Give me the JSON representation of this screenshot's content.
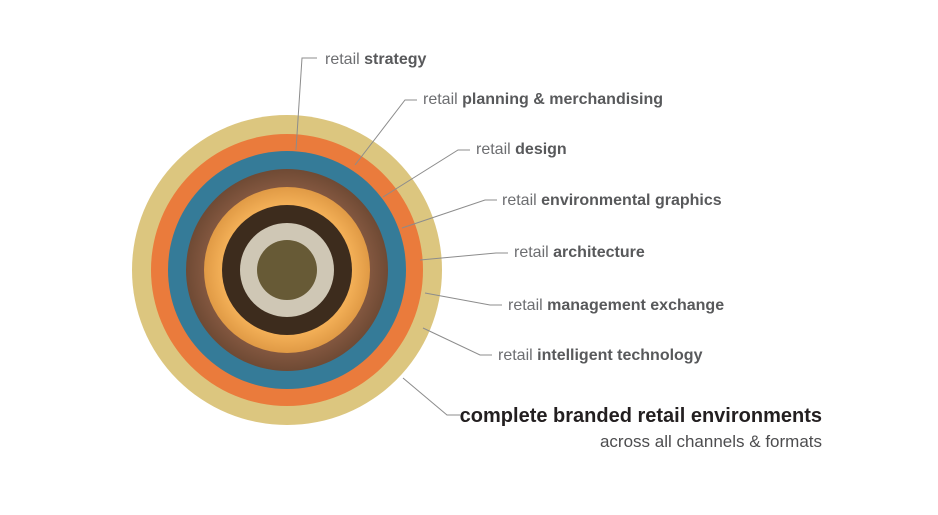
{
  "layers": [
    {
      "prefix": "retail",
      "name": "strategy",
      "color": "#ea7b3c"
    },
    {
      "prefix": "retail",
      "name": "planning & merchandising",
      "color": "#357b98"
    },
    {
      "prefix": "retail",
      "name": "design",
      "color": "#8a5c44"
    },
    {
      "prefix": "retail",
      "name": "environmental graphics",
      "color": "#f0a850"
    },
    {
      "prefix": "retail",
      "name": "architecture",
      "color": "#3d2c1d"
    },
    {
      "prefix": "retail",
      "name": "management exchange",
      "color": "#cfc7b5"
    },
    {
      "prefix": "retail",
      "name": "intelligent technology",
      "color": "#675a36"
    }
  ],
  "outer_ring": {
    "color": "#dcc67f"
  },
  "summary": {
    "title": "complete branded retail environments",
    "subtitle": "across all channels & formats"
  }
}
